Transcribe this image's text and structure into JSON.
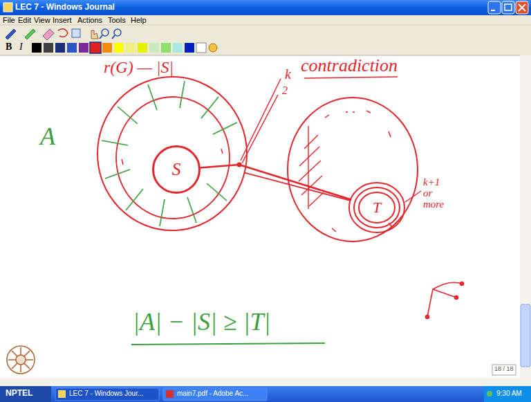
{
  "diagram": {
    "nodes": [
      {
        "text": [
          "r(G) — |S|"
        ]
      },
      {
        "text": [
          "S"
        ],
        "in": 0
      },
      {
        "text": [
          "contradiction"
        ]
      },
      {
        "text": [
          "T"
        ],
        "in": 2
      }
    ],
    "edges": [
      {
        "from": 1,
        "to": 3,
        "arrow": "none"
      },
      {
        "from": 0,
        "to": 3,
        "arrow": "none"
      }
    ],
    "labels": [
      "LEC 7 - Windows Journal",
      "File",
      "Edit",
      "View",
      "Insert",
      "Actions",
      "Tools",
      "Help",
      "B",
      "I",
      "A",
      "k",
      "2",
      "k+1 or more",
      "|A| − |S| ≥ |T|",
      "18 / 18",
      "NPTEL",
      "LEC 7 - Windows Jour...",
      "main7.pdf - Adobe Ac...",
      "9:30 AM"
    ]
  }
}
